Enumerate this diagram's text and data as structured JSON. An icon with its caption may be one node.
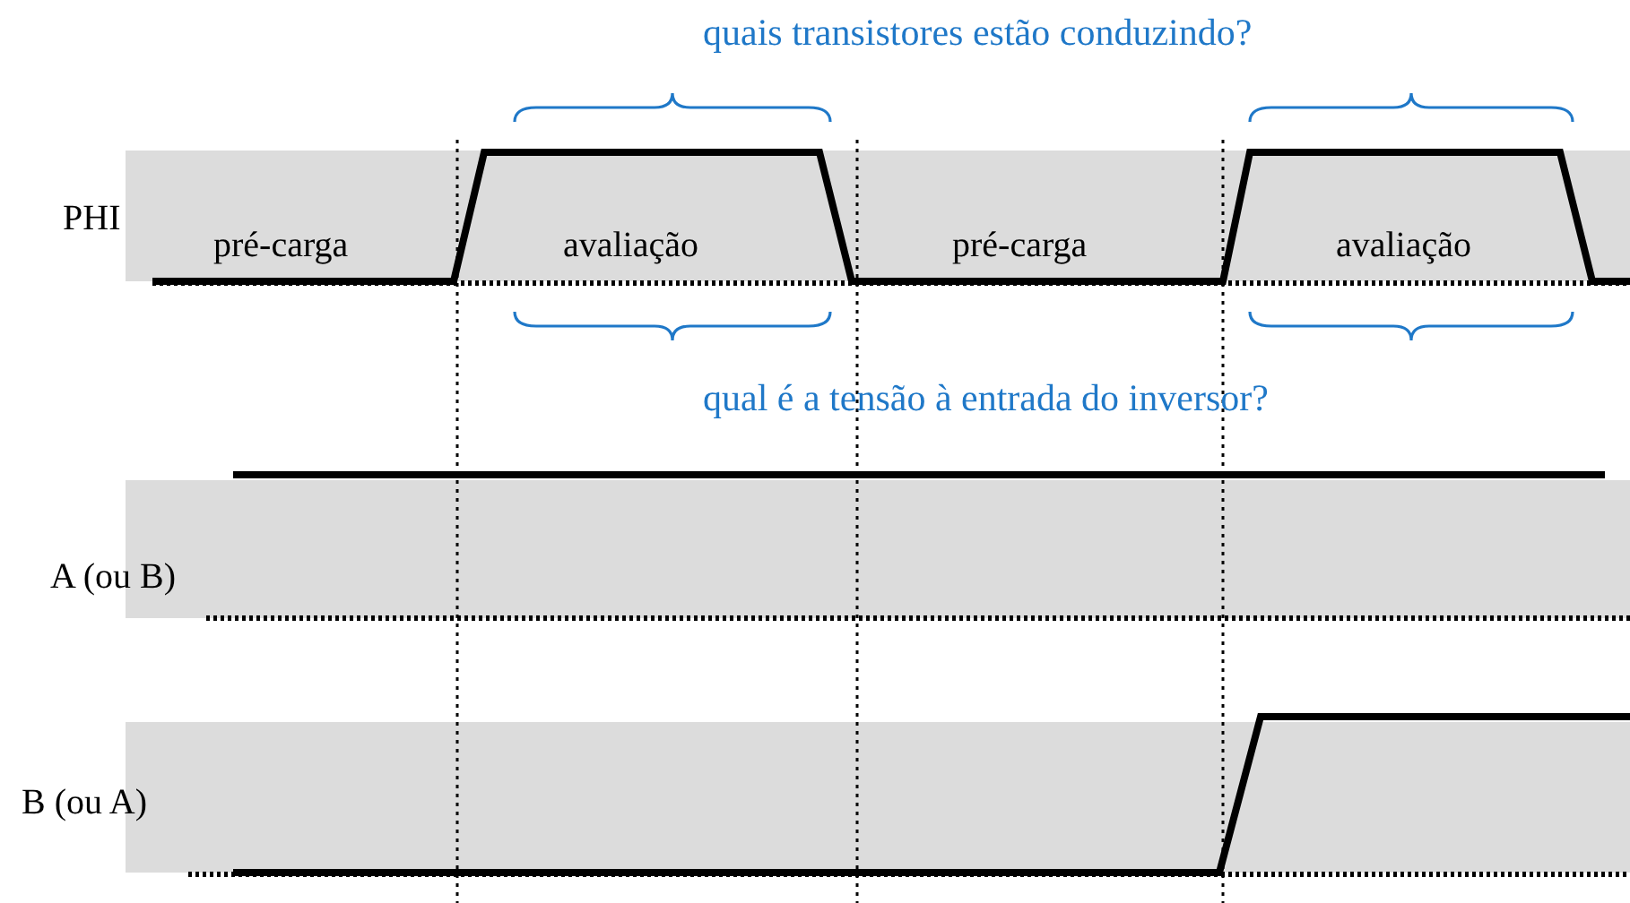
{
  "diagram": {
    "labels": [
      "quais transistores estão conduzindo?",
      "PHI",
      "pré-carga",
      "avaliação",
      "pré-carga",
      "avaliação",
      "qual é a tensão à entrada do inversor?",
      "A (ou B)",
      "B (ou A)"
    ]
  }
}
